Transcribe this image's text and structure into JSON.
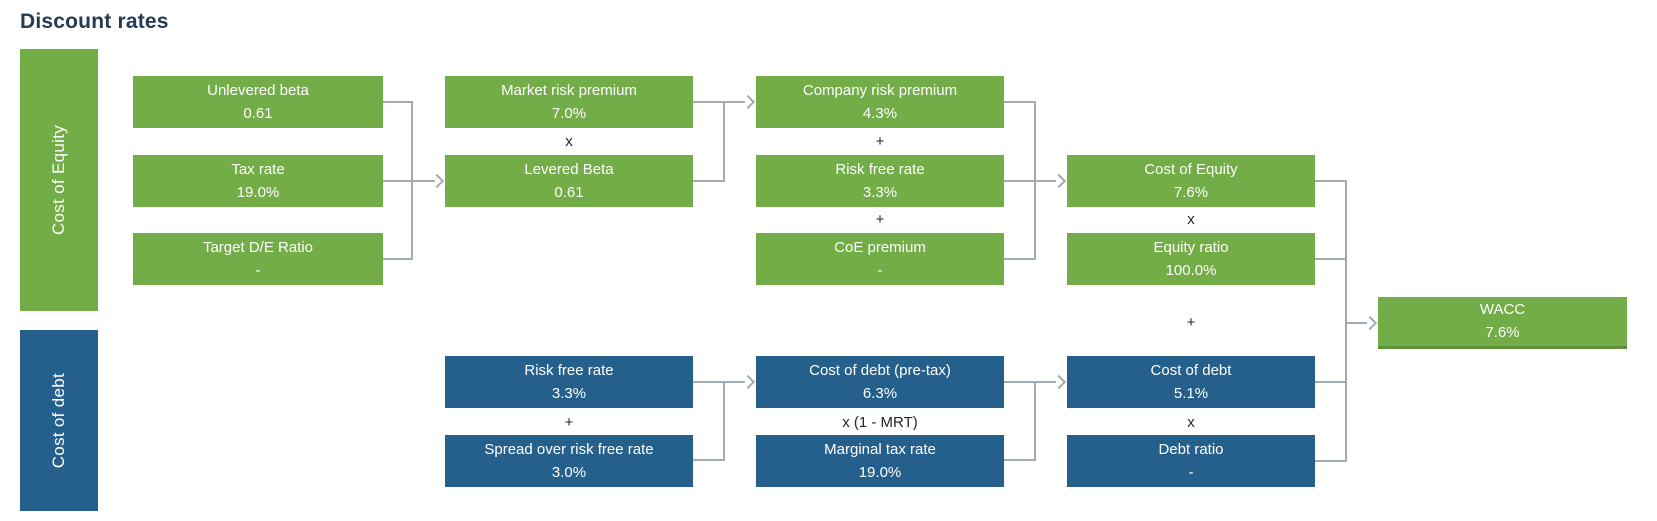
{
  "title": "Discount rates",
  "sections": {
    "equity": "Cost of Equity",
    "debt": "Cost of debt"
  },
  "colors": {
    "equity_green": "#73AD47",
    "debt_blue": "#255F8C",
    "title_navy": "#243B53",
    "connector_gray": "#A3ABB2",
    "wacc_border_green": "#5C9137",
    "node_text": "#FFFFFF",
    "operator_text": "#262626"
  },
  "nodes": {
    "unlevered_beta": {
      "label": "Unlevered beta",
      "value": "0.61"
    },
    "tax_rate": {
      "label": "Tax rate",
      "value": "19.0%"
    },
    "target_de_ratio": {
      "label": "Target D/E Ratio",
      "value": "-"
    },
    "market_risk_premium": {
      "label": "Market risk premium",
      "value": "7.0%"
    },
    "levered_beta": {
      "label": "Levered Beta",
      "value": "0.61"
    },
    "company_risk_premium": {
      "label": "Company risk premium",
      "value": "4.3%"
    },
    "risk_free_rate_equity": {
      "label": "Risk free rate",
      "value": "3.3%"
    },
    "coe_premium": {
      "label": "CoE premium",
      "value": "-"
    },
    "cost_of_equity": {
      "label": "Cost of Equity",
      "value": "7.6%"
    },
    "equity_ratio": {
      "label": "Equity ratio",
      "value": "100.0%"
    },
    "risk_free_rate_debt": {
      "label": "Risk free rate",
      "value": "3.3%"
    },
    "spread_over_risk_free_rate": {
      "label": "Spread over risk free rate",
      "value": "3.0%"
    },
    "cost_of_debt_pretax": {
      "label": "Cost of debt (pre-tax)",
      "value": "6.3%"
    },
    "marginal_tax_rate": {
      "label": "Marginal tax rate",
      "value": "19.0%"
    },
    "cost_of_debt": {
      "label": "Cost of debt",
      "value": "5.1%"
    },
    "debt_ratio": {
      "label": "Debt ratio",
      "value": "-"
    },
    "wacc": {
      "label": "WACC",
      "value": "7.6%"
    }
  },
  "operators": {
    "equity_col2": "x",
    "equity_col3_top": "+",
    "equity_col3_bottom": "+",
    "equity_col4": "x",
    "wacc_combine": "+",
    "debt_col2": "+",
    "debt_col3": "x (1 - MRT)",
    "debt_col4": "x"
  }
}
